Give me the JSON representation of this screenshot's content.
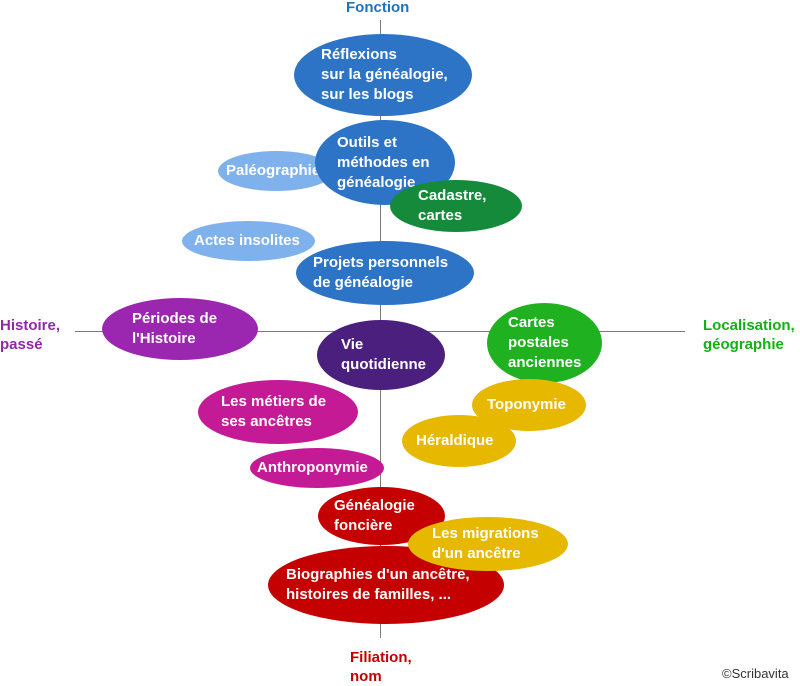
{
  "colors": {
    "function": "#1e73be",
    "history": "#8e2aa8",
    "location": "#13b013",
    "filiation": "#c40000"
  },
  "axes": {
    "top": "Fonction",
    "left": "Histoire,\npassé",
    "right": "Localisation,\ngéographie",
    "bottom": "Filiation,\nnom"
  },
  "bubbles": {
    "reflexions": "Réflexions\nsur la généalogie,\nsur les blogs",
    "outils": "Outils et\nméthodes en\ngénéalogie",
    "paleographie": "Paléographie",
    "cadastre": "Cadastre,\ncartes",
    "actes": "Actes insolites",
    "projets": "Projets personnels\nde généalogie",
    "periodes": "Périodes de\nl'Histoire",
    "vie": "Vie\nquotidienne",
    "cartes_postales": "Cartes\npostales\nanciennes",
    "metiers": "Les métiers de\nses ancêtres",
    "toponymie": "Toponymie",
    "heraldique": "Héraldique",
    "anthroponymie": "Anthroponymie",
    "genealogie_fonciere": "Généalogie\nfoncière",
    "migrations": "Les migrations\nd'un ancêtre",
    "biographies": "Biographies d'un ancêtre,\nhistoires de familles, ..."
  },
  "credit": "©Scribavita"
}
